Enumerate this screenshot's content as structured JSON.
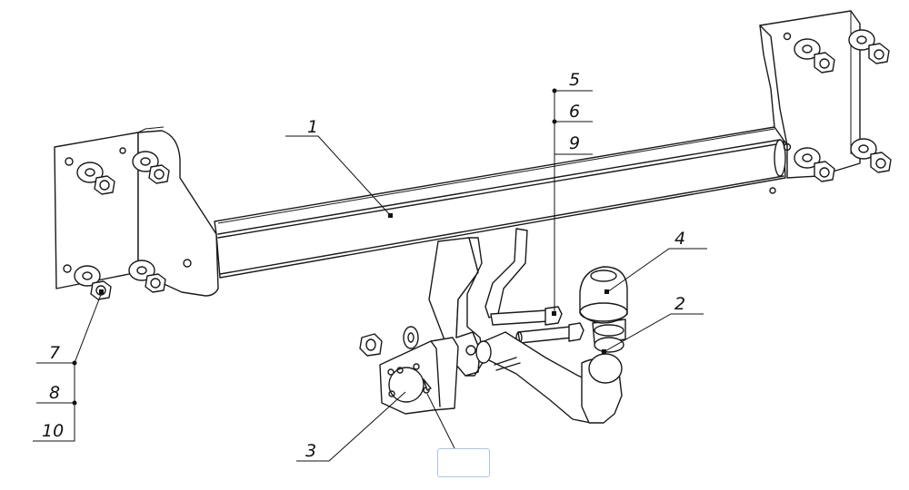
{
  "diagram": {
    "callouts": [
      {
        "id": "c1",
        "label": "1"
      },
      {
        "id": "c2",
        "label": "2"
      },
      {
        "id": "c3",
        "label": "3"
      },
      {
        "id": "c4",
        "label": "4"
      },
      {
        "id": "c5",
        "label": "5"
      },
      {
        "id": "c6",
        "label": "6"
      },
      {
        "id": "c7",
        "label": "7"
      },
      {
        "id": "c8",
        "label": "8"
      },
      {
        "id": "c9",
        "label": "9"
      },
      {
        "id": "c10",
        "label": "10"
      }
    ]
  },
  "tooltip": {
    "text": ""
  }
}
